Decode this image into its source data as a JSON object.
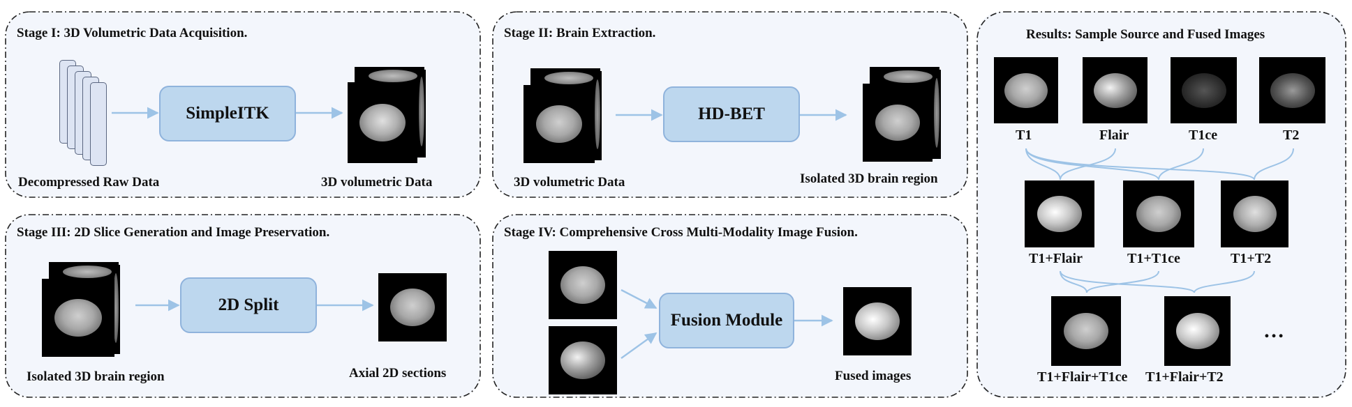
{
  "stage1": {
    "title": "Stage I: 3D Volumetric Data Acquisition.",
    "process": "SimpleITK",
    "input_label": "Decompressed Raw Data",
    "output_label": "3D volumetric Data"
  },
  "stage2": {
    "title": "Stage II: Brain Extraction.",
    "process": "HD-BET",
    "input_label": "3D volumetric Data",
    "output_label": "Isolated 3D brain region"
  },
  "stage3": {
    "title": "Stage III: 2D Slice Generation and Image Preservation.",
    "process": "2D Split",
    "input_label": "Isolated 3D brain region",
    "output_label": "Axial 2D sections"
  },
  "stage4": {
    "title": "Stage IV: Comprehensive Cross Multi-Modality Image Fusion.",
    "process": "Fusion Module",
    "output_label": "Fused images"
  },
  "results": {
    "title": "Results: Sample Source and Fused Images",
    "sources": [
      "T1",
      "Flair",
      "T1ce",
      "T2"
    ],
    "fused_pairs": [
      "T1+Flair",
      "T1+T1ce",
      "T1+T2"
    ],
    "fused_triples": [
      "T1+Flair+T1ce",
      "T1+Flair+T2"
    ],
    "more": "…"
  },
  "colors": {
    "panel_bg": "#f3f6fc",
    "process_fill": "#bdd7ee",
    "process_border": "#8fb3dc",
    "arrow": "#9dc3e6",
    "border": "#222222"
  }
}
